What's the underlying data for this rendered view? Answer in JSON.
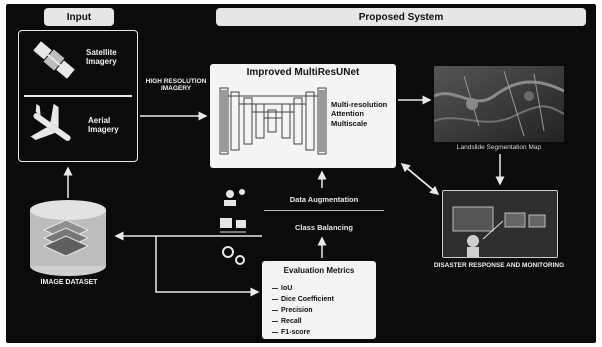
{
  "header": {
    "input_label": "Input",
    "proposed_label": "Proposed System"
  },
  "inputs": {
    "satellite": "Satellite Imagery",
    "aerial": "Aerial Imagery"
  },
  "edge_label": "HIGH RESOLUTION IMAGERY",
  "model": {
    "title": "Improved MultiResUNet",
    "features": [
      "Multi-resolution",
      "Attention",
      "Multiscale"
    ]
  },
  "outputs": {
    "segmentation_map": "Landslide Segmentation Map",
    "disaster": "DISASTER RESPONSE AND MONITORING"
  },
  "dataset_label": "IMAGE DATASET",
  "steps": {
    "augmentation": "Data Augmentation",
    "balancing": "Class Balancing"
  },
  "metrics": {
    "title": "Evaluation Metrics",
    "items": [
      "IoU",
      "Dice Coefficient",
      "Precision",
      "Recall",
      "F1-score"
    ]
  },
  "colors": {
    "background": "#0b0b0b",
    "panel": "#f4f4f4",
    "stroke": "#e9e9e9"
  }
}
